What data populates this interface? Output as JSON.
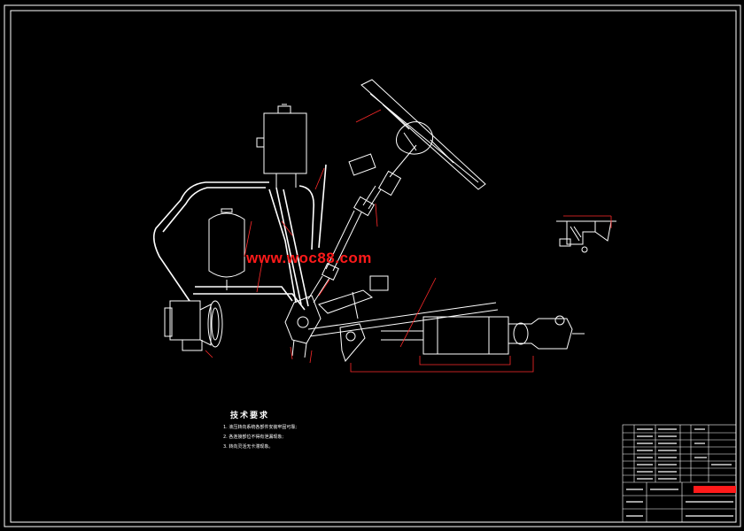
{
  "watermark": "www.woc88.com",
  "technical_requirements": {
    "title": "技术要求",
    "items": [
      "1. 液压转向系统各部件安装牢固可靠;",
      "2. 各连接部位不得有泄漏现象;",
      "3. 转向灵活无卡滞现象。"
    ]
  },
  "colors": {
    "background": "#000000",
    "line": "#ffffff",
    "hidden": "#ff2a2a",
    "watermark": "#ff1a1a",
    "stamp": "#ff1a1a"
  }
}
